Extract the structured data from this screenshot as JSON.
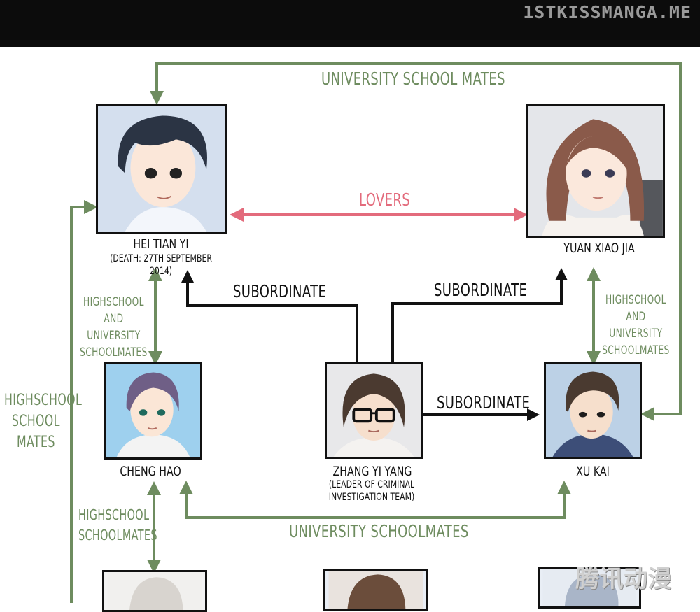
{
  "watermark": "1STKISSMANGA.ME",
  "logo_text": "腾讯动漫",
  "relations": {
    "university_school_mates_top": "UNIVERSITY SCHOOL MATES",
    "lovers": "LOVERS",
    "subordinate_left": "SUBORDINATE",
    "subordinate_right": "SUBORDINATE",
    "subordinate_xukai": "SUBORDINATE",
    "hs_uni_left": "HIGHSCHOOL AND\nUNIVERSITY\nSCHOOLMATES",
    "hs_uni_right": "HIGHSCHOOL AND\nUNIVERSITY\nSCHOOLMATES",
    "hs_school_mates": "HIGHSCHOOL\nSCHOOL\nMATES",
    "hs_schoolmates_lower": "HIGHSCHOOL\nSCHOOLMATES",
    "university_schoolmates_bottom": "UNIVERSITY SCHOOLMATES"
  },
  "characters": {
    "hei_tian_yi": {
      "name": "HEI TIAN YI",
      "note": "(DEATH: 27TH SEPTEMBER 2014)"
    },
    "yuan_xiao_jia": {
      "name": "YUAN XIAO JIA"
    },
    "cheng_hao": {
      "name": "CHENG HAO"
    },
    "zhang_yi_yang": {
      "name": "ZHANG YI YANG",
      "note": "(LEADER OF CRIMINAL\nINVESTIGATION TEAM)"
    },
    "xu_kai": {
      "name": "XU KAI"
    }
  },
  "colors": {
    "green": "#6e8c5f",
    "pink": "#e36b7c",
    "black": "#111111",
    "topbar": "#0c0c0c"
  }
}
